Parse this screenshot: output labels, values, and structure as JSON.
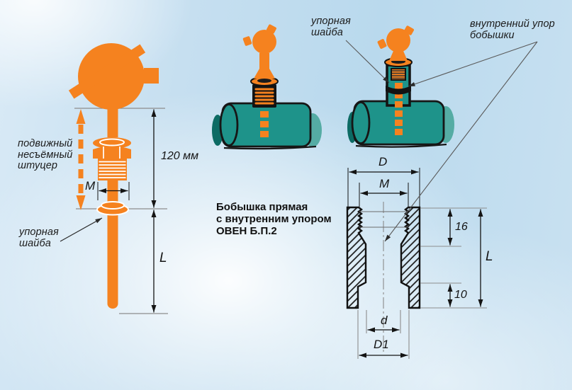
{
  "left_figure": {
    "movable_fitting_label": "подвижный\nнесъёмный\nштуцер",
    "washer_label": "упорная\nшайба",
    "immersion_dim": "120 мм",
    "thread_dim": "M",
    "length_dim": "L"
  },
  "top_labels": {
    "washer_label": "упорная\nшайба",
    "internal_stop_label": "внутренний упор\nбобышки"
  },
  "title": {
    "text": "Бобышка прямая\nс внутренним упором\nОВЕН Б.П.2"
  },
  "cross_section": {
    "outer_diameter_dim": "D",
    "thread_dim": "M",
    "stop_depth_dim": "16",
    "length_dim": "L",
    "spigot_height_dim": "10",
    "inner_diameter_dim": "d",
    "spigot_diameter_dim": "D1"
  },
  "colors": {
    "orange": "#F5821F",
    "teal": "#1E938A",
    "teal_light": "#55ACA4",
    "teal_dark": "#0C6B64",
    "line": "#141414",
    "helper_line": "#8d8d8d"
  }
}
